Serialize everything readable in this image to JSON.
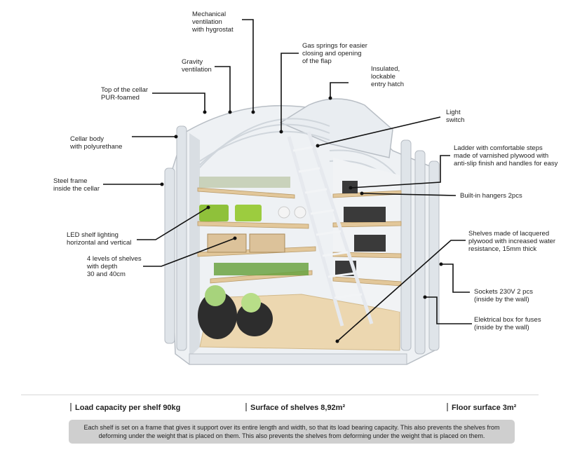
{
  "labels": {
    "mech_vent": [
      "Mechanical",
      "ventilation",
      "with hygrostat"
    ],
    "gas_springs": [
      "Gas springs for easier",
      "closing and opening",
      "of the flap"
    ],
    "gravity_vent": [
      "Gravity",
      "ventilation"
    ],
    "hatch": [
      "Insulated,",
      "lockable",
      "entry hatch"
    ],
    "top_cellar": [
      "Top of the cellar",
      "PUR-foamed"
    ],
    "light_switch": [
      "Light",
      "switch"
    ],
    "cellar_body": [
      "Cellar body",
      "with polyurethane"
    ],
    "ladder": [
      "Ladder with comfortable steps",
      "made of varnished plywood with",
      "anti-slip finish and handles for easy"
    ],
    "steel_frame": [
      "Steel frame",
      "inside the cellar"
    ],
    "hangers": [
      "Built-in hangers 2pcs"
    ],
    "led": [
      "LED shelf lighting",
      "horizontal and vertical"
    ],
    "shelves_material": [
      "Shelves made of lacquered",
      "plywood with increased water",
      "resistance, 15mm thick"
    ],
    "levels": [
      "4 levels of shelves",
      "with depth",
      "30 and 40cm"
    ],
    "sockets": [
      "Sockets 230V 2 pcs",
      "(inside by the wall)"
    ],
    "fuse_box": [
      "Elektrical box for fuses",
      "(inside by the wall)"
    ]
  },
  "specs": {
    "load": "Load capacity per shelf 90kg",
    "surface_shelves": "Surface of shelves 8,92m²",
    "floor": "Floor surface 3m²"
  },
  "note": "Each shelf is set on a frame that gives it support over its entire length and width, so that its load bearing capacity. This also prevents the shelves from deforming under the weight that is placed on them. This also prevents the shelves from deforming under the weight that is placed on them.",
  "colors": {
    "shell": "#e4e8ec",
    "shell_shadow": "#c9ced4",
    "wood": "#e2c79a",
    "leader": "#111111",
    "note_bg": "#cfcfcf"
  }
}
